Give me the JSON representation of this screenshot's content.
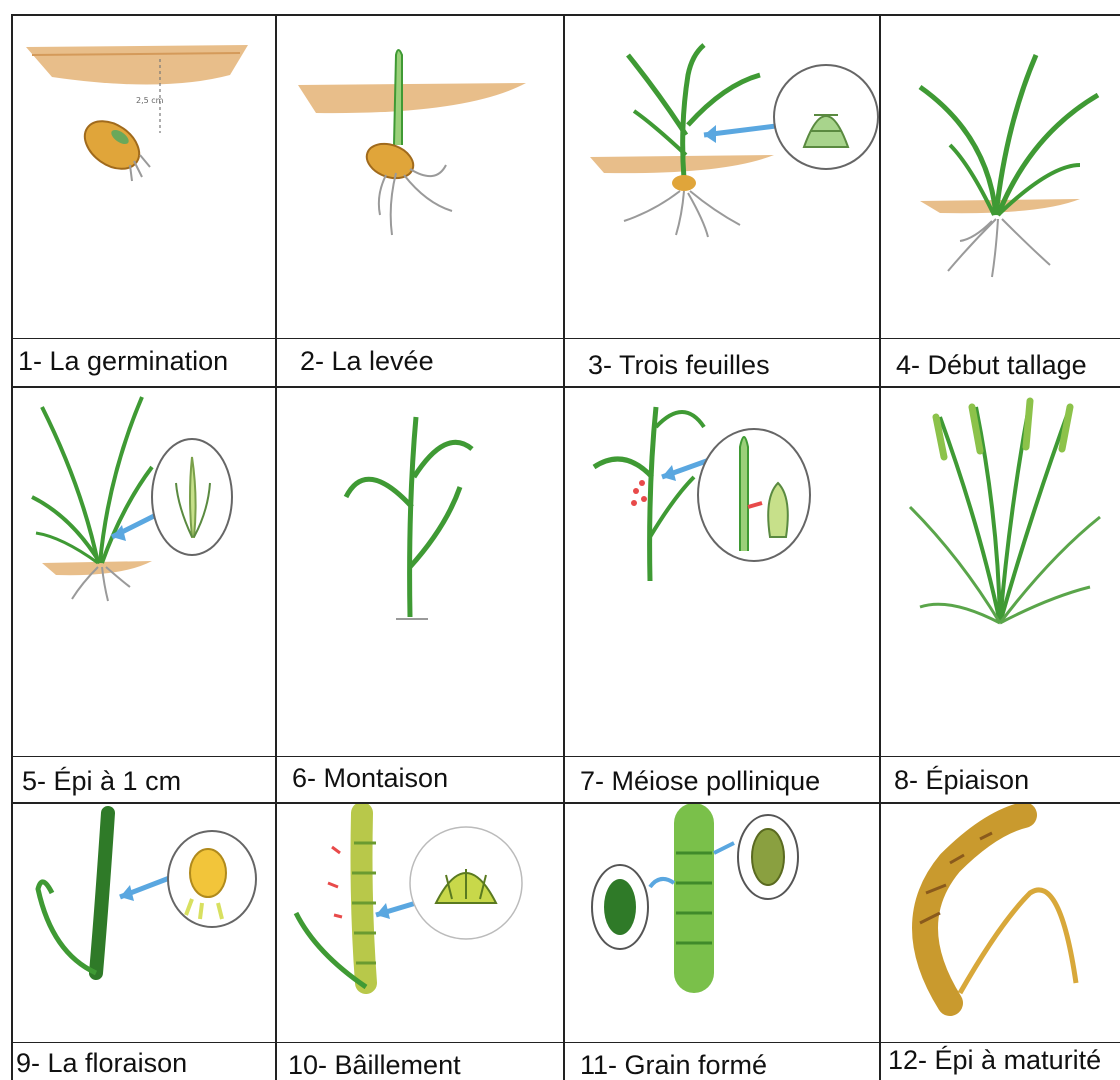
{
  "stages": [
    {
      "number": "1",
      "label": "1- La germination",
      "illustration": "germinating-seed",
      "zoom_inset": false
    },
    {
      "number": "2",
      "label": "2- La levée",
      "illustration": "emerging-shoot",
      "zoom_inset": false
    },
    {
      "number": "3",
      "label": "3- Trois feuilles",
      "illustration": "three-leaf-plant",
      "zoom_inset": true
    },
    {
      "number": "4",
      "label": "4- Début tallage",
      "illustration": "tillering-plant",
      "zoom_inset": false
    },
    {
      "number": "5",
      "label": "5- Épi à 1 cm",
      "illustration": "ear-1cm-plant",
      "zoom_inset": true
    },
    {
      "number": "6",
      "label": "6- Montaison",
      "illustration": "stem-elongation-plant",
      "zoom_inset": false
    },
    {
      "number": "7",
      "label": "7- Méiose pollinique",
      "illustration": "pollen-meiosis-plant",
      "zoom_inset": true
    },
    {
      "number": "8",
      "label": "8- Épiaison",
      "illustration": "heading-plant",
      "zoom_inset": false
    },
    {
      "number": "9",
      "label": "9- La floraison",
      "illustration": "flowering-ear",
      "zoom_inset": true
    },
    {
      "number": "10",
      "label": "10- Bâillement",
      "illustration": "gaping-ear",
      "zoom_inset": true
    },
    {
      "number": "11",
      "label": "11- Grain formé",
      "illustration": "formed-grain-ear",
      "zoom_inset": true
    },
    {
      "number": "12",
      "label": "12- Épi à maturité",
      "illustration": "mature-ear",
      "zoom_inset": false
    }
  ],
  "colors": {
    "leaf": "#3f9a34",
    "leaf_light": "#8cc24a",
    "soil": "#e6b77d",
    "seed": "#e0a53a",
    "root": "#9a9a9a",
    "arrow": "#5aa7e0",
    "mature": "#c99a2e",
    "grid": "#222222"
  }
}
